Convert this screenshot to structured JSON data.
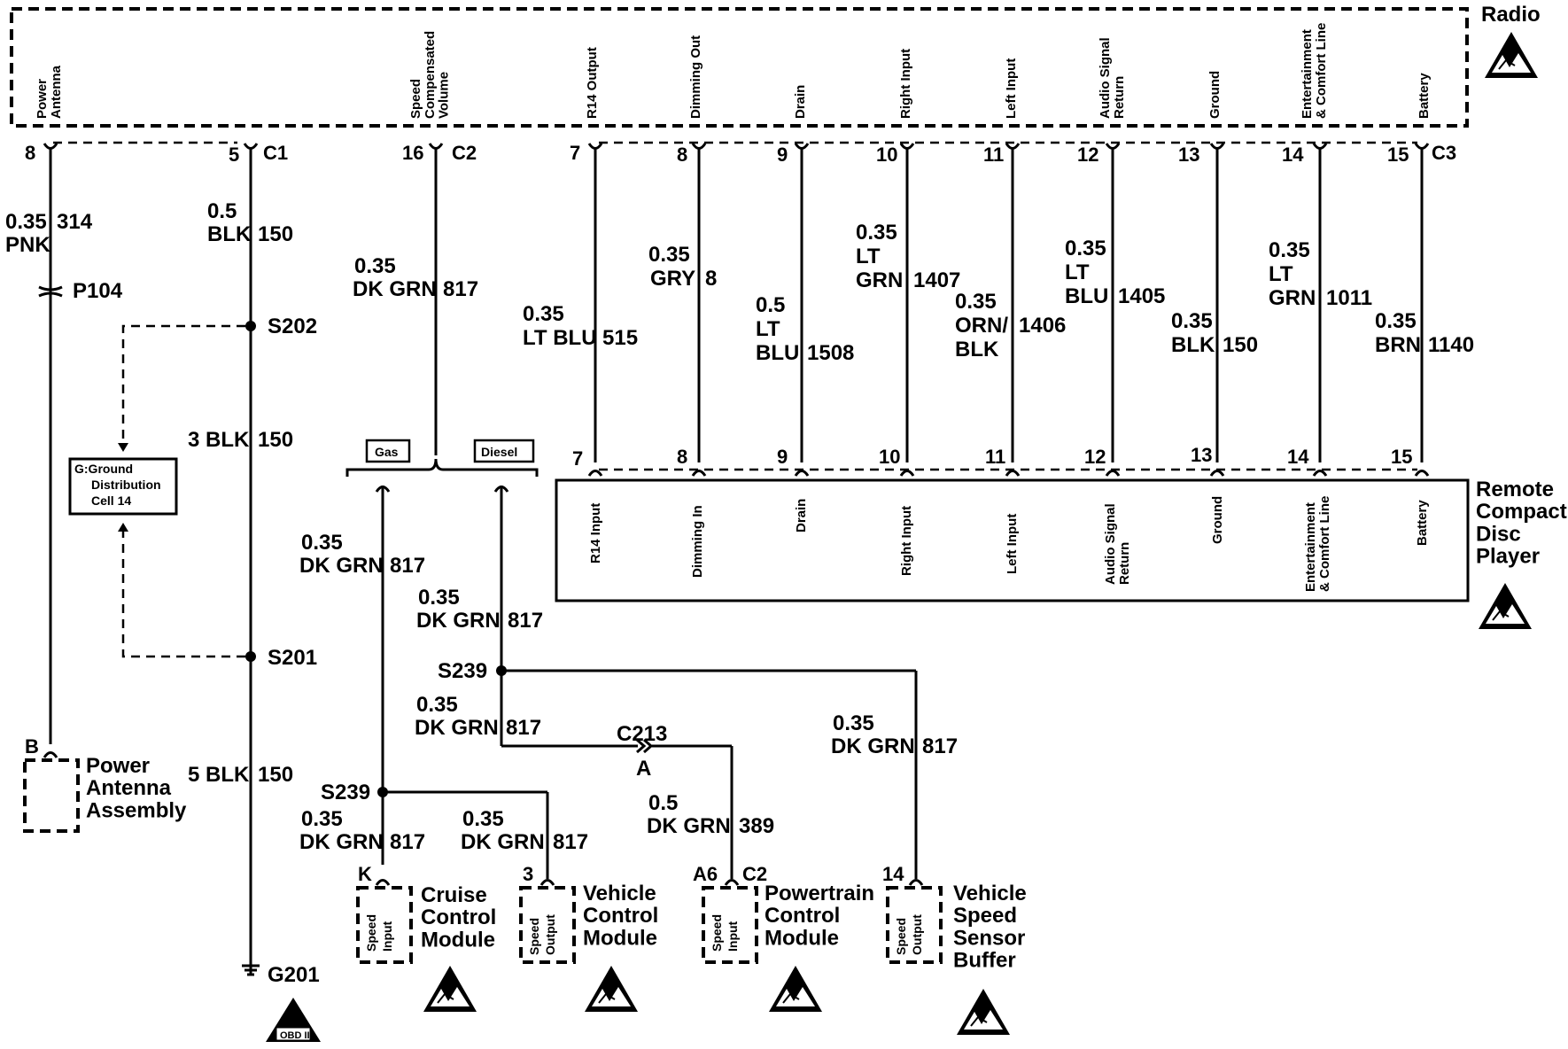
{
  "radio": {
    "title": "Radio",
    "functions": [
      "Power\nAntenna",
      "Speed\nCompensated\nVolume",
      "R14 Output",
      "Dimming Out",
      "Drain",
      "Right Input",
      "Left Input",
      "Audio Signal\nReturn",
      "Ground",
      "Entertainment\n& Comfort Line",
      "Battery"
    ],
    "connectors": [
      "C1",
      "C2",
      "C3"
    ]
  },
  "top_pins": [
    "8",
    "5",
    "16",
    "7",
    "8",
    "9",
    "10",
    "11",
    "12",
    "13",
    "14",
    "15"
  ],
  "cd_pins": [
    "7",
    "8",
    "9",
    "10",
    "11",
    "12",
    "13",
    "14",
    "15"
  ],
  "wires": [
    {
      "size": "0.35",
      "color": "PNK",
      "circuit": "314"
    },
    {
      "size": "0.5",
      "color": "BLK",
      "circuit": "150"
    },
    {
      "size": "0.35",
      "color": "DK GRN",
      "circuit": "817"
    },
    {
      "size": "0.35",
      "color": "LT BLU",
      "circuit": "515"
    },
    {
      "size": "0.35",
      "color": "GRY",
      "circuit": "8"
    },
    {
      "size": "0.5",
      "color": "LT\nBLU",
      "circuit": "1508"
    },
    {
      "size": "0.35",
      "color": "LT\nGRN",
      "circuit": "1407"
    },
    {
      "size": "0.35",
      "color": "ORN/\nBLK",
      "circuit": "1406"
    },
    {
      "size": "0.35",
      "color": "LT\nBLU",
      "circuit": "1405"
    },
    {
      "size": "0.35",
      "color": "BLK",
      "circuit": "150"
    },
    {
      "size": "0.35",
      "color": "LT\nGRN",
      "circuit": "1011"
    },
    {
      "size": "0.35",
      "color": "BRN",
      "circuit": "1140"
    }
  ],
  "lower_wires": {
    "blk_a": "3 BLK",
    "blk_b": "5 BLK",
    "blk_circuit": "150",
    "gas_wire": {
      "size": "0.35",
      "color": "DK GRN",
      "circuit": "817"
    },
    "diesel_wire": {
      "size": "0.35",
      "color": "DK GRN",
      "circuit": "817"
    },
    "pcm_feed": {
      "size": "0.35",
      "color": "DK GRN",
      "circuit": "817"
    },
    "vss_wire": {
      "size": "0.35",
      "color": "DK GRN",
      "circuit": "817"
    },
    "cruise_wire": {
      "size": "0.35",
      "color": "DK GRN",
      "circuit": "817"
    },
    "vcm_wire": {
      "size": "0.35",
      "color": "DK GRN",
      "circuit": "817"
    },
    "pcm_wire": {
      "size": "0.5",
      "color": "DK GRN",
      "circuit": "389"
    }
  },
  "splices": {
    "p104": "P104",
    "s202": "S202",
    "s201": "S201",
    "s239a": "S239",
    "s239b": "S239",
    "g201": "G201",
    "c213": "C213",
    "c213_pin": "A"
  },
  "options": {
    "gas": "Gas",
    "diesel": "Diesel"
  },
  "ground_ref": "G:Ground\nDistribution\nCell 14",
  "remote_cd": {
    "title": "Remote\nCompact\nDisc\nPlayer",
    "functions": [
      "R14 Input",
      "Dimming In",
      "Drain",
      "Right Input",
      "Left Input",
      "Audio Signal\nReturn",
      "Ground",
      "Entertainment\n& Comfort Line",
      "Battery"
    ]
  },
  "components": {
    "antenna": {
      "pin": "B",
      "name": "Power\nAntenna\nAssembly"
    },
    "cruise": {
      "pin": "K",
      "inner": "Speed\nInput",
      "name": "Cruise\nControl\nModule"
    },
    "vcm": {
      "pin": "3",
      "inner": "Speed\nOutput",
      "name": "Vehicle\nControl\nModule"
    },
    "pcm": {
      "pin": "A6",
      "connector": "C2",
      "inner": "Speed\nInput",
      "name": "Powertrain\nControl\nModule"
    },
    "vssb": {
      "pin": "14",
      "inner": "Speed\nOutput",
      "name": "Vehicle\nSpeed\nSensor\nBuffer"
    }
  },
  "obd": "OBD II"
}
